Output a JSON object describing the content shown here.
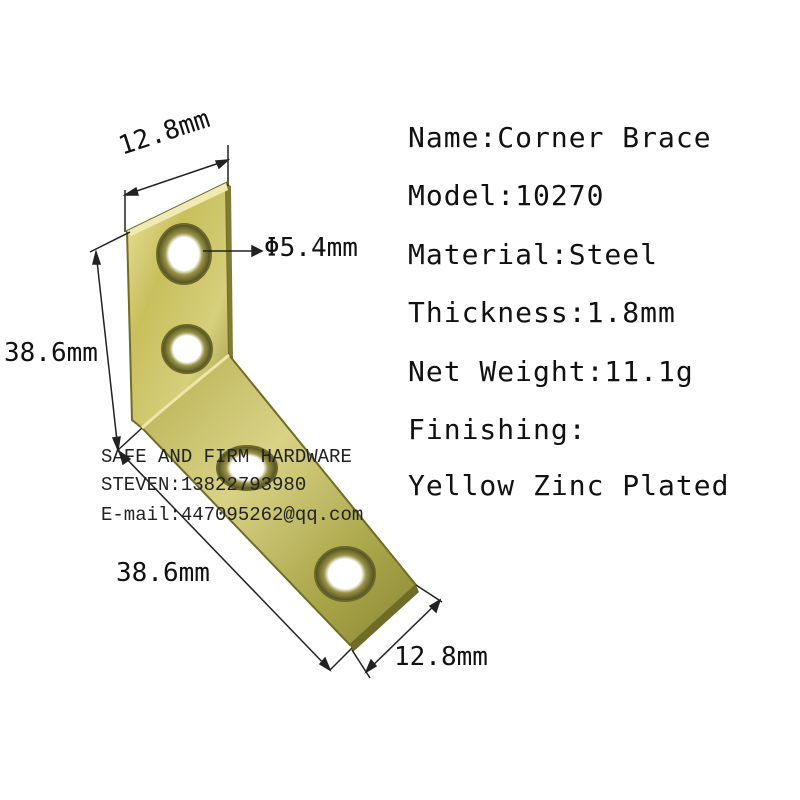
{
  "specs": {
    "name": "Name:Corner Brace",
    "model": "Model:10270",
    "material": "Material:Steel",
    "thickness": "Thickness:1.8mm",
    "net_weight": "Net Weight:11.1g",
    "finishing_label": "Finishing:",
    "finishing_value": "Yellow Zinc Plated"
  },
  "dimensions": {
    "top_width": "12.8mm",
    "hole_diameter": "Φ5.4mm",
    "vertical_length": "38.6mm",
    "horizontal_length": "38.6mm",
    "bottom_width": "12.8mm"
  },
  "watermark": {
    "company": "SAFE AND FIRM HARDWARE",
    "contact": "STEVEN:13822793980",
    "email": "E-mail:447095262@qq.com"
  },
  "colors": {
    "plating_light": "#e3d88a",
    "plating_mid": "#b9b04e",
    "plating_dark": "#7c7a2e",
    "hole_shadow": "#4a4a1e"
  }
}
